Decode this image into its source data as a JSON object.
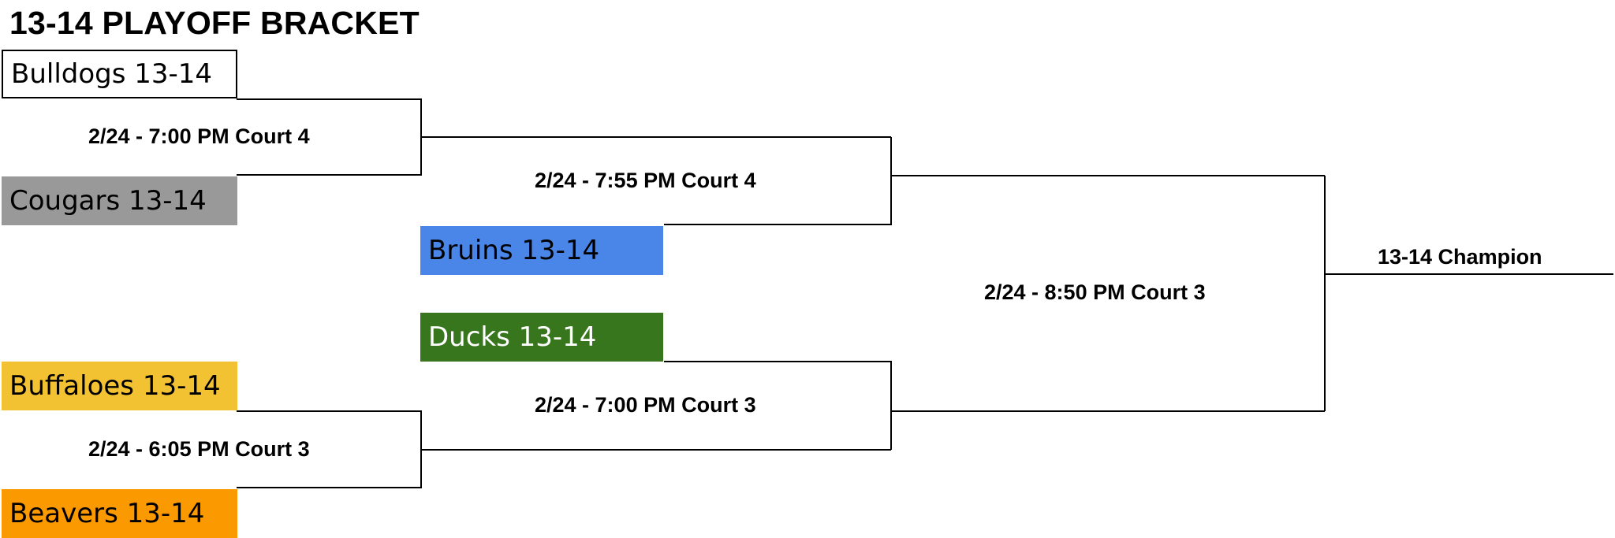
{
  "title": "13-14 PLAYOFF BRACKET",
  "round1": {
    "top_team": {
      "name": "Bulldogs 13-14",
      "color": "#ffffff"
    },
    "match_top": "2/24 - 7:00 PM Court 4",
    "second_team": {
      "name": "Cougars 13-14",
      "color": "#999999"
    },
    "third_team": {
      "name": "Buffaloes 13-14",
      "color": "#f2c232"
    },
    "match_bottom": "2/24 - 6:05 PM Court 3",
    "bottom_team": {
      "name": "Beavers 13-14",
      "color": "#fb9900"
    }
  },
  "round2": {
    "top_team": {
      "name": "Bruins 13-14",
      "color": "#4a86e8"
    },
    "match_top": "2/24 - 7:55 PM Court 4",
    "bottom_team": {
      "name": "Ducks 13-14",
      "color": "#38761d"
    },
    "match_bottom": "2/24 - 7:00 PM Court 3"
  },
  "final": {
    "match": "2/24 - 8:50 PM Court 3",
    "champion_label": "13-14 Champion"
  }
}
